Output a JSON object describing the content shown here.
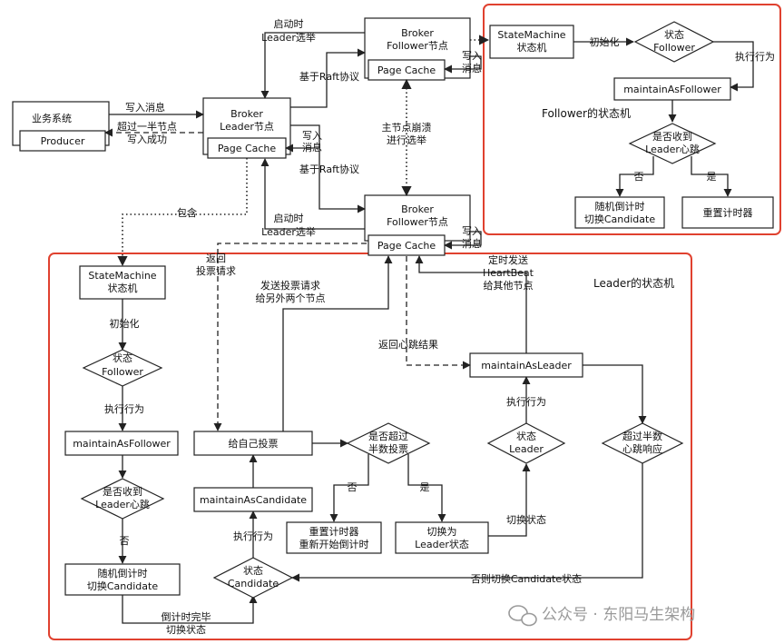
{
  "colors": {
    "frame": "#e0412f",
    "title": "#e0412f",
    "watermark": "#9a9a9a"
  },
  "top": {
    "biz_system": "业务系统",
    "producer": "Producer",
    "write_msg": "写入消息",
    "over_half_1": "超过一半节点",
    "over_half_2": "写入成功",
    "leader_1": "Broker",
    "leader_2": "Leader节点",
    "page_cache": "Page Cache",
    "write_1": "写入",
    "write_2": "消息",
    "follower_1": "Broker",
    "follower_2": "Follower节点",
    "start_elect_1": "启动时",
    "start_elect_2": "Leader选举",
    "raft": "基于Raft协议",
    "crash_1": "主节点崩溃",
    "crash_2": "进行选举",
    "contains": "包含"
  },
  "follower_sm": {
    "title": "Follower的状态机",
    "sm_1": "StateMachine",
    "sm_2": "状态机",
    "init": "初始化",
    "state_1": "状态",
    "state_2": "Follower",
    "exec": "执行行为",
    "maintain": "maintainAsFollower",
    "recv_1": "是否收到",
    "recv_2": "Leader心跳",
    "no": "否",
    "yes": "是",
    "random_1": "随机倒计时",
    "random_2": "切换Candidate",
    "reset": "重置计时器"
  },
  "leader_sm": {
    "title": "Leader的状态机",
    "return_vote_1": "返回",
    "return_vote_2": "投票请求",
    "send_vote_1": "发送投票请求",
    "send_vote_2": "给另外两个节点",
    "heartbeat_1": "定时发送",
    "heartbeat_2": "HeartBeat",
    "heartbeat_3": "给其他节点",
    "return_hb": "返回心跳结果",
    "vote_self": "给自己投票",
    "half_vote_1": "是否超过",
    "half_vote_2": "半数投票",
    "maintain_candidate": "maintainAsCandidate",
    "reset_1": "重置计时器",
    "reset_2": "重新开始倒计时",
    "switch_leader_1": "切换为",
    "switch_leader_2": "Leader状态",
    "switch_state": "切换状态",
    "state_leader_1": "状态",
    "state_leader_2": "Leader",
    "maintain_leader": "maintainAsLeader",
    "half_hb_1": "超过半数",
    "half_hb_2": "心跳响应",
    "else_candidate": "否则切换Candidate状态",
    "state_cand_1": "状态",
    "state_cand_2": "Candidate",
    "countdown_1": "倒计时完毕",
    "countdown_2": "切换状态"
  },
  "watermark": "公众号 · 东阳马生架构",
  "icons": {
    "watermark_logo": "wechat-icon"
  }
}
